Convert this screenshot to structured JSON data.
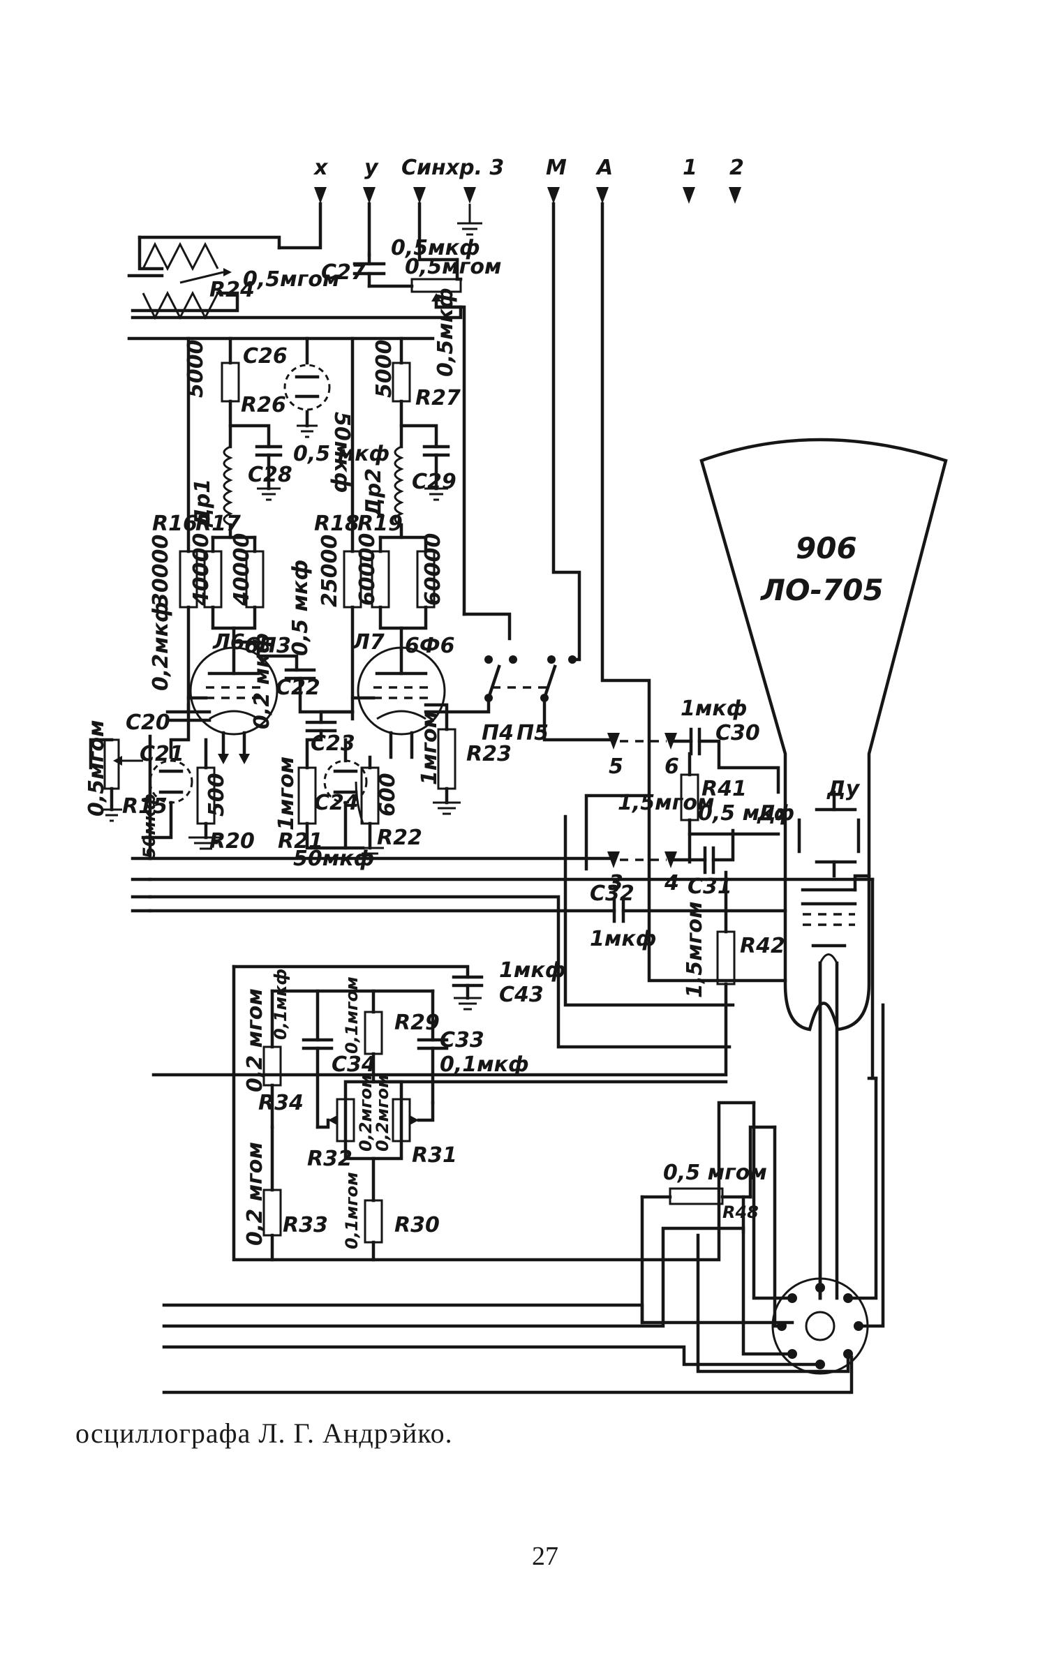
{
  "caption": "осциллографа Л. Г. Андрэйко.",
  "page_number": "27",
  "terminals": [
    "x",
    "y",
    "Синхр. 3",
    "M",
    "A",
    "1",
    "2"
  ],
  "tube": {
    "label_top": "906",
    "label_bottom": "ЛО-705",
    "deflection_y": "Дy",
    "deflection_x": "Дx"
  },
  "lamps": {
    "l6": "Л6",
    "l6_type": "6П3",
    "l7": "Л7",
    "l7_type": "6Ф6"
  },
  "switches": {
    "p4": "П4",
    "p5": "П5"
  },
  "contacts": [
    "3",
    "4",
    "5",
    "6"
  ],
  "chokes": {
    "dr1": "Др1",
    "dr2": "Др2"
  },
  "components": {
    "r24": "R24",
    "r24_val": "0,5мгом",
    "c27": "C27",
    "c27_val": "0,5мкф",
    "pot_val": "0,5мгом",
    "c26": "C26",
    "c26_val": "50мкф",
    "r26": "R26",
    "r26_val": "5000",
    "r27": "R27",
    "r27_val": "5000",
    "c25_val": "0,5мкф",
    "c28": "C28",
    "c28_val": "0,5 мкф",
    "c29": "C29",
    "r16": "R16",
    "r16_val": "30000",
    "r17": "R17",
    "r17_val": "40000",
    "r17b_val": "40000",
    "r18": "R18",
    "r18_val": "25000",
    "r19": "R19",
    "r19_val": "60000",
    "r19b_val": "60000",
    "c20": "C20",
    "c20_val": "0,2мкф",
    "c22": "C22",
    "c22_val": "0,5 мкф",
    "c23": "C23",
    "c23_val": "0,2 мкф",
    "c21": "C21",
    "c21_val": "50мкф",
    "r15": "R15",
    "r15_val": "0,5мгом",
    "r20": "R20",
    "r20_val": "500",
    "r21": "R21",
    "r21_val": "1мгом",
    "c24": "C24",
    "c24_val": "50мкф",
    "r22": "R22",
    "r22_val": "600",
    "r23": "R23",
    "r23_val": "1мгом",
    "c30": "C30",
    "c30_val": "1мкф",
    "r41": "R41",
    "r41_val": "1,5мгом",
    "c31": "C31",
    "c31_val": "0,5 мкф",
    "c32": "C32",
    "c32_val": "1мкф",
    "r42": "R42",
    "r42_val": "1,5мгом",
    "c43": "C43",
    "c43_val": "1мкф",
    "r29": "R29",
    "r29_val": "0,1мгом",
    "c33": "C33",
    "c33_val": "0,1мкф",
    "c34": "C34",
    "c34_val": "0,1мкф",
    "r34": "R34",
    "r34_val": "0,2 мгом",
    "r32": "R32",
    "r32_val": "0,2мгом",
    "r31": "R31",
    "r31_val": "0,2мгом",
    "r33": "R33",
    "r33_val": "0,2 мгом",
    "r30": "R30",
    "r30_val": "0,1мгом",
    "r48": "R48",
    "r48_val": "0,5 мгом"
  }
}
